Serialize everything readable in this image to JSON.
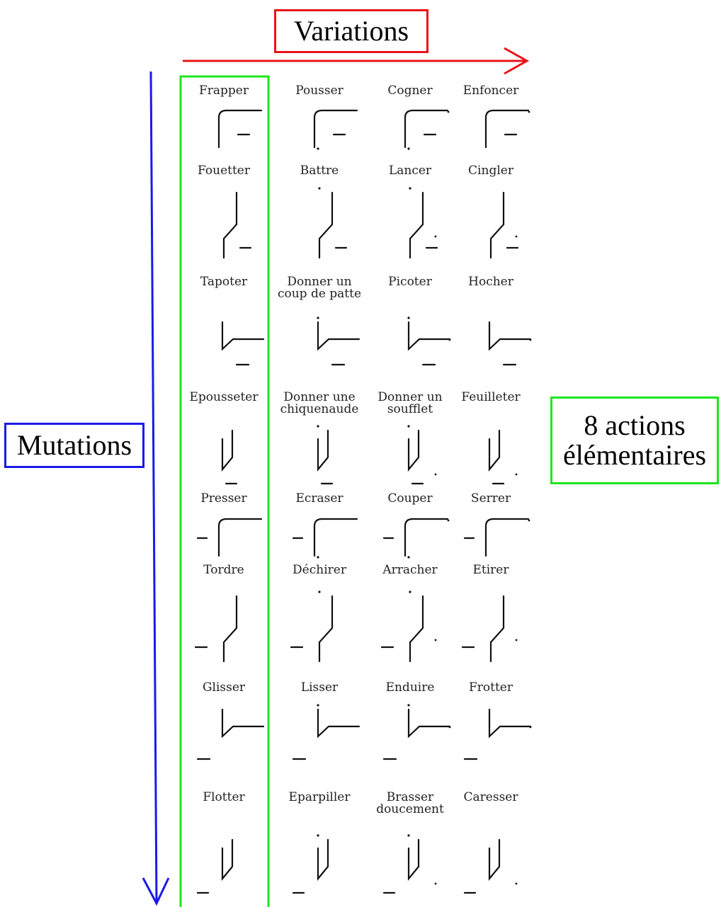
{
  "header": {
    "variations_label": "Variations",
    "mutations_label": "Mutations",
    "actions_label": "8 actions élémentaires"
  },
  "colors": {
    "variations_accent": "#e8141a",
    "mutations_accent": "#1a1ae8",
    "actions_accent": "#1ee61e"
  },
  "grid": {
    "rows": [
      [
        "Frapper",
        "Pousser",
        "Cogner",
        "Enfoncer"
      ],
      [
        "Fouetter",
        "Battre",
        "Lancer",
        "Cingler"
      ],
      [
        "Tapoter",
        "Donner un\ncoup de patte",
        "Picoter",
        "Hocher"
      ],
      [
        "Epousseter",
        "Donner une\nchiquenaude",
        "Donner un\nsoufflet",
        "Feuilleter"
      ],
      [
        "Presser",
        "Ecraser",
        "Couper",
        "Serrer"
      ],
      [
        "Tordre",
        "Déchirer",
        "Arracher",
        "Etirer"
      ],
      [
        "Glisser",
        "Lisser",
        "Enduire",
        "Frotter"
      ],
      [
        "Flotter",
        "Eparpiller",
        "Brasser\ndoucement",
        "Caresser"
      ]
    ]
  }
}
